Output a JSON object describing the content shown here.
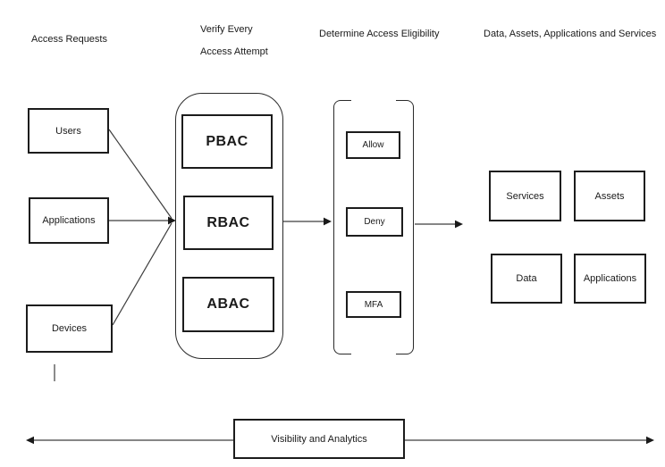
{
  "headers": {
    "access_requests": "Access Requests",
    "verify_line1": "Verify Every",
    "verify_line2": "Access Attempt",
    "determine_eligibility": "Determine Access Eligibility",
    "resources_title": "Data, Assets, Applications and Services"
  },
  "sources": [
    {
      "label": "Users"
    },
    {
      "label": "Applications"
    },
    {
      "label": "Devices"
    }
  ],
  "policies": [
    {
      "label": "PBAC"
    },
    {
      "label": "RBAC"
    },
    {
      "label": "ABAC"
    }
  ],
  "decisions": [
    {
      "label": "Allow"
    },
    {
      "label": "Deny"
    },
    {
      "label": "MFA"
    }
  ],
  "resources": [
    {
      "label": "Services"
    },
    {
      "label": "Assets"
    },
    {
      "label": "Data"
    },
    {
      "label": "Applications"
    }
  ],
  "footer": {
    "visibility_label": "Visibility and Analytics"
  },
  "colors": {
    "background": "#ffffff",
    "box_border": "#1c1c1c",
    "line": "#3d3d3d",
    "text": "#1a1a1a"
  }
}
